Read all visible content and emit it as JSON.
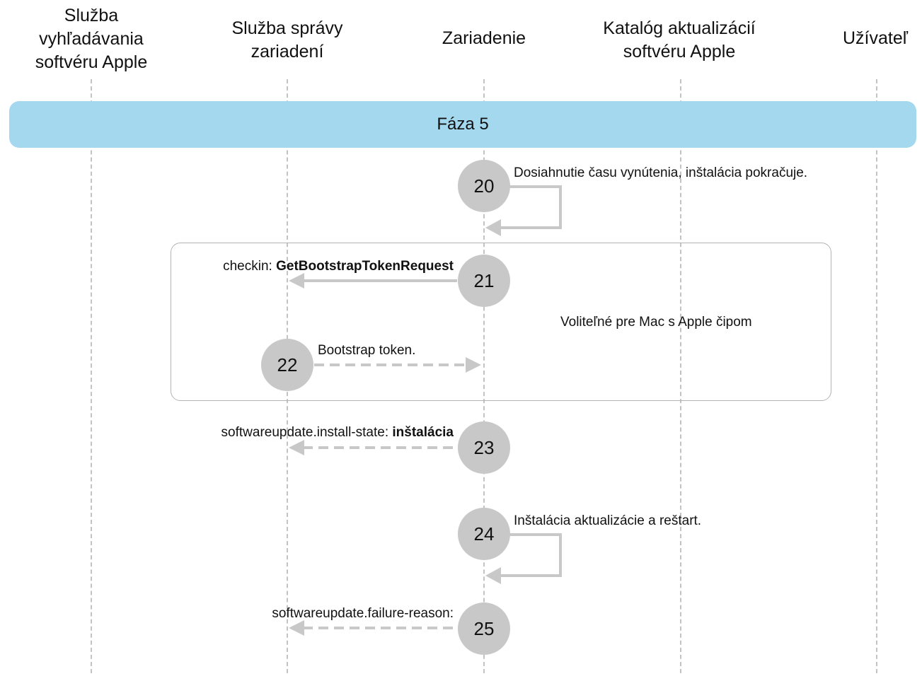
{
  "lanes": [
    {
      "title": "Služba\nvyhľadávania\nsoftvéru Apple"
    },
    {
      "title": "Služba správy\nzariadení"
    },
    {
      "title": "Zariadenie"
    },
    {
      "title": "Katalóg aktualizácií\nsoftvéru Apple"
    },
    {
      "title": "Užívateľ"
    }
  ],
  "phase": {
    "label": "Fáza 5"
  },
  "optional_box": {
    "label": "Voliteľné pre Mac s Apple čipom"
  },
  "steps": [
    {
      "number": "20",
      "text": "Dosiahnutie času vynútenia, inštalácia pokračuje."
    },
    {
      "number": "21",
      "text_prefix": "checkin: ",
      "text_strong": "GetBootstrapTokenRequest"
    },
    {
      "number": "22",
      "text": "Bootstrap token."
    },
    {
      "number": "23",
      "text_prefix": "softwareupdate.install-state: ",
      "text_strong": "inštalácia"
    },
    {
      "number": "24",
      "text": "Inštalácia aktualizácie a reštart."
    },
    {
      "number": "25",
      "text": "softwareupdate.failure-reason:"
    }
  ],
  "colors": {
    "phase_bar": "#a3d8ef",
    "step_circle": "#c8c8c8",
    "arrow": "#c8c8c8",
    "lifeline": "#c3c3c3"
  }
}
